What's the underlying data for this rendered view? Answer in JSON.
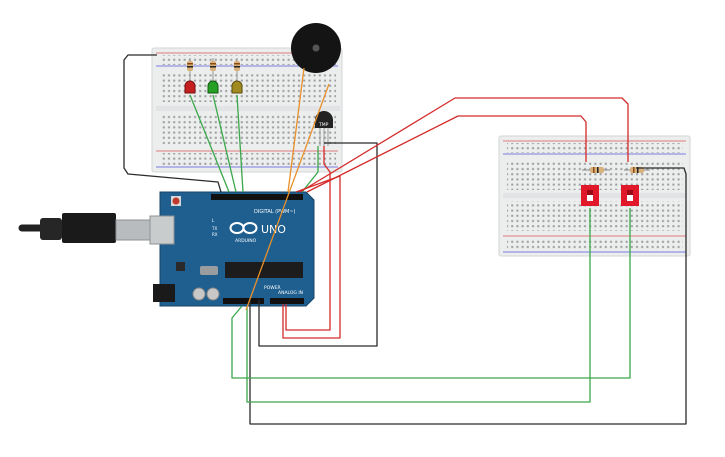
{
  "arduino": {
    "brand": "ARDUINO",
    "model": "UNO",
    "digital_label": "DIGITAL (PWM~)",
    "power_label": "POWER",
    "analog_label": "ANALOG IN",
    "tx_label": "TX",
    "rx_label": "RX",
    "l_label": "L",
    "board_color": "#1f5f8f",
    "accent": "#2b74ad"
  },
  "sensor": {
    "label": "TMP"
  },
  "colors": {
    "wire_green": "#3aa84a",
    "wire_red": "#d42a2a",
    "wire_black": "#2b2b2b",
    "wire_orange": "#e8902a",
    "led_red": "#c42020",
    "led_green": "#25a025",
    "led_yellow": "#a08a20",
    "switch_red": "#e0182a",
    "breadboard": "#eceded"
  }
}
